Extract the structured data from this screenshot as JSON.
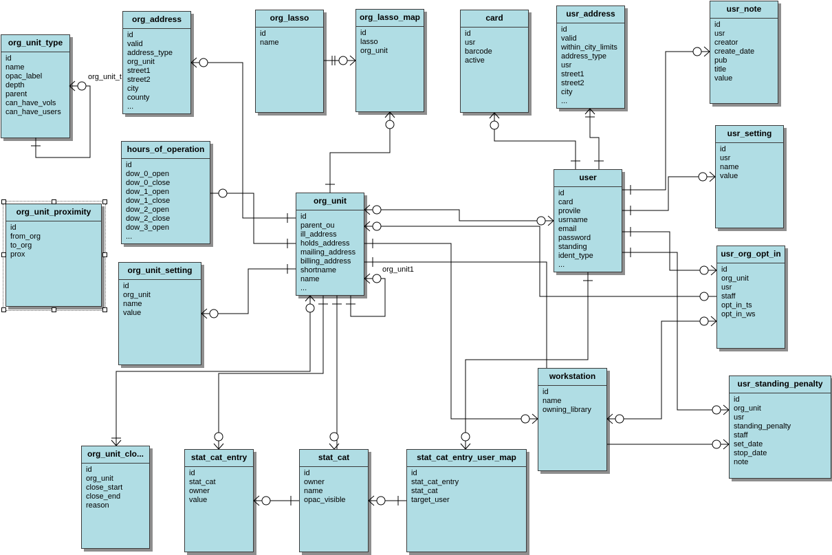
{
  "entities": {
    "org_unit_type": {
      "title": "org_unit_type",
      "fields": [
        "id",
        "name",
        "opac_label",
        "depth",
        "parent",
        "can_have_vols",
        "can_have_users"
      ]
    },
    "org_address": {
      "title": "org_address",
      "fields": [
        "id",
        "valid",
        "address_type",
        "org_unit",
        "street1",
        "street2",
        "city",
        "county",
        "..."
      ]
    },
    "org_lasso": {
      "title": "org_lasso",
      "fields": [
        "id",
        "name"
      ]
    },
    "org_lasso_map": {
      "title": "org_lasso_map",
      "fields": [
        "id",
        "lasso",
        "org_unit"
      ]
    },
    "card": {
      "title": "card",
      "fields": [
        "id",
        "usr",
        "barcode",
        "active"
      ]
    },
    "usr_address": {
      "title": "usr_address",
      "fields": [
        "id",
        "valid",
        "within_city_limits",
        "address_type",
        "usr",
        "street1",
        "street2",
        "city",
        "..."
      ]
    },
    "usr_note": {
      "title": "usr_note",
      "fields": [
        "id",
        "usr",
        "creator",
        "create_date",
        "pub",
        "title",
        "value"
      ]
    },
    "usr_setting": {
      "title": "usr_setting",
      "fields": [
        "id",
        "usr",
        "name",
        "value"
      ]
    },
    "hours_of_operation": {
      "title": "hours_of_operation",
      "fields": [
        "id",
        "dow_0_open",
        "dow_0_close",
        "dow_1_open",
        "dow_1_close",
        "dow_2_open",
        "dow_2_close",
        "dow_3_open",
        "..."
      ]
    },
    "org_unit_proximity": {
      "title": "org_unit_proximity",
      "fields": [
        "id",
        "from_org",
        "to_org",
        "prox"
      ]
    },
    "org_unit": {
      "title": "org_unit",
      "fields": [
        "id",
        "parent_ou",
        "ill_address",
        "holds_address",
        "mailing_address",
        "billing_address",
        "shortname",
        "name",
        "..."
      ]
    },
    "user": {
      "title": "user",
      "fields": [
        "id",
        "card",
        "provile",
        "usrname",
        "email",
        "password",
        "standing",
        "ident_type",
        "..."
      ]
    },
    "org_unit_setting": {
      "title": "org_unit_setting",
      "fields": [
        "id",
        "org_unit",
        "name",
        "value"
      ]
    },
    "usr_org_opt_in": {
      "title": "usr_org_opt_in",
      "fields": [
        "id",
        "org_unit",
        "usr",
        "staff",
        "opt_in_ts",
        "opt_in_ws"
      ]
    },
    "workstation": {
      "title": "workstation",
      "fields": [
        "id",
        "name",
        "owning_library"
      ]
    },
    "usr_standing_penalty": {
      "title": "usr_standing_penalty",
      "fields": [
        "id",
        "org_unit",
        "usr",
        "standing_penalty",
        "staff",
        "set_date",
        "stop_date",
        "note"
      ]
    },
    "org_unit_closed": {
      "title": "org_unit_clo...",
      "fields": [
        "id",
        "org_unit",
        "close_start",
        "close_end",
        "reason"
      ]
    },
    "stat_cat_entry": {
      "title": "stat_cat_entry",
      "fields": [
        "id",
        "stat_cat",
        "owner",
        "value"
      ]
    },
    "stat_cat": {
      "title": "stat_cat",
      "fields": [
        "id",
        "owner",
        "name",
        "opac_visible"
      ]
    },
    "stat_cat_entry_user_map": {
      "title": "stat_cat_entry_user_map",
      "fields": [
        "id",
        "stat_cat_entry",
        "stat_cat",
        "target_user"
      ]
    }
  },
  "labels": {
    "org_unit_type_self": "org_unit_t",
    "org_unit_self": "org_unit1"
  }
}
